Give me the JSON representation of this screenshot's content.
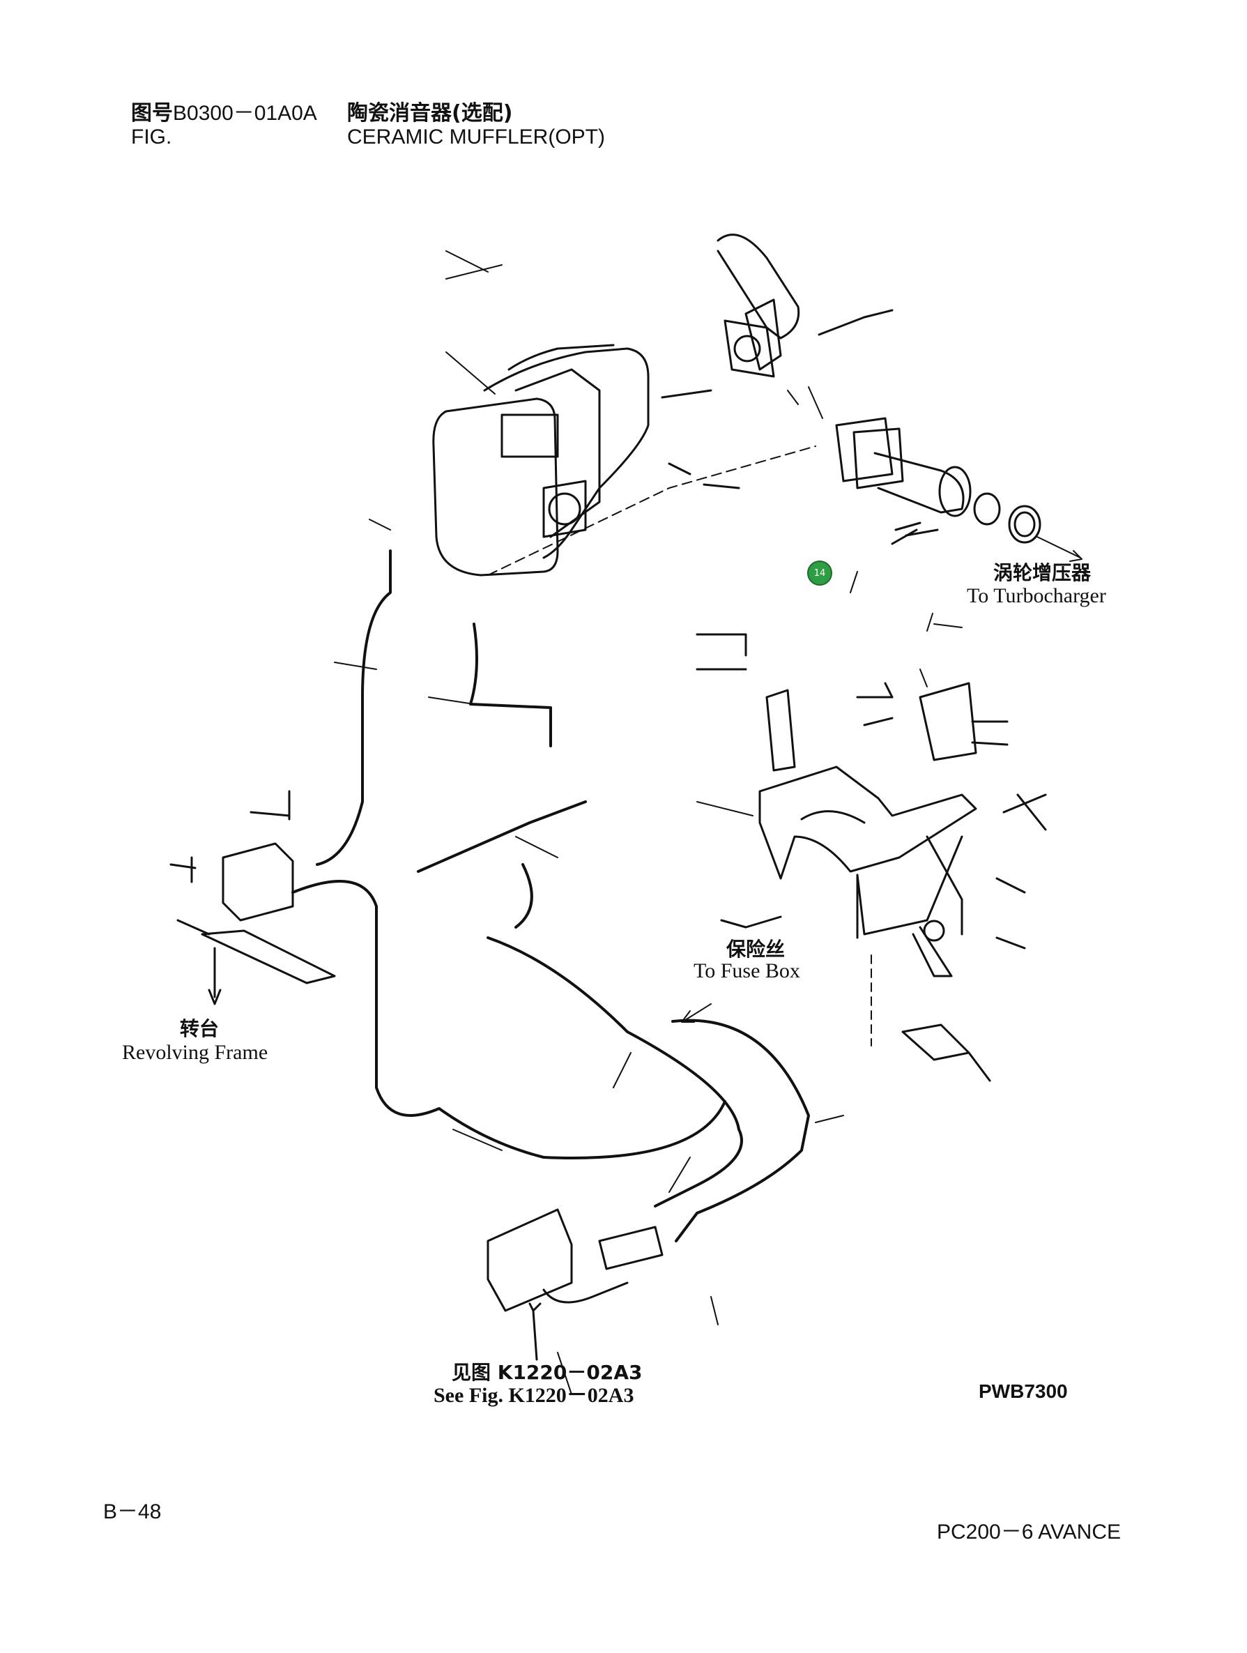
{
  "header": {
    "fig_label_zh": "图号",
    "fig_label_en": "FIG.",
    "fig_number": "B0300－01A0A",
    "title_zh": "陶瓷消音器(选配)",
    "title_en": "CERAMIC MUFFLER(OPT)"
  },
  "callouts": {
    "turbocharger_zh": "涡轮增压器",
    "turbocharger_en": "To Turbocharger",
    "fuse_box_zh": "保险丝",
    "fuse_box_en": "To Fuse Box",
    "revolving_frame_zh": "转台",
    "revolving_frame_en": "Revolving Frame",
    "see_fig_zh": "见图 K1220－02A3",
    "see_fig_en": "See Fig. K1220－02A3"
  },
  "drawing_code": "PWB7300",
  "marker_label": "14",
  "footer": {
    "page_number": "B－48",
    "model_name": "PC200－6 AVANCE"
  },
  "colors": {
    "line": "#111111",
    "marker": "#2e9e44",
    "background": "#ffffff"
  }
}
